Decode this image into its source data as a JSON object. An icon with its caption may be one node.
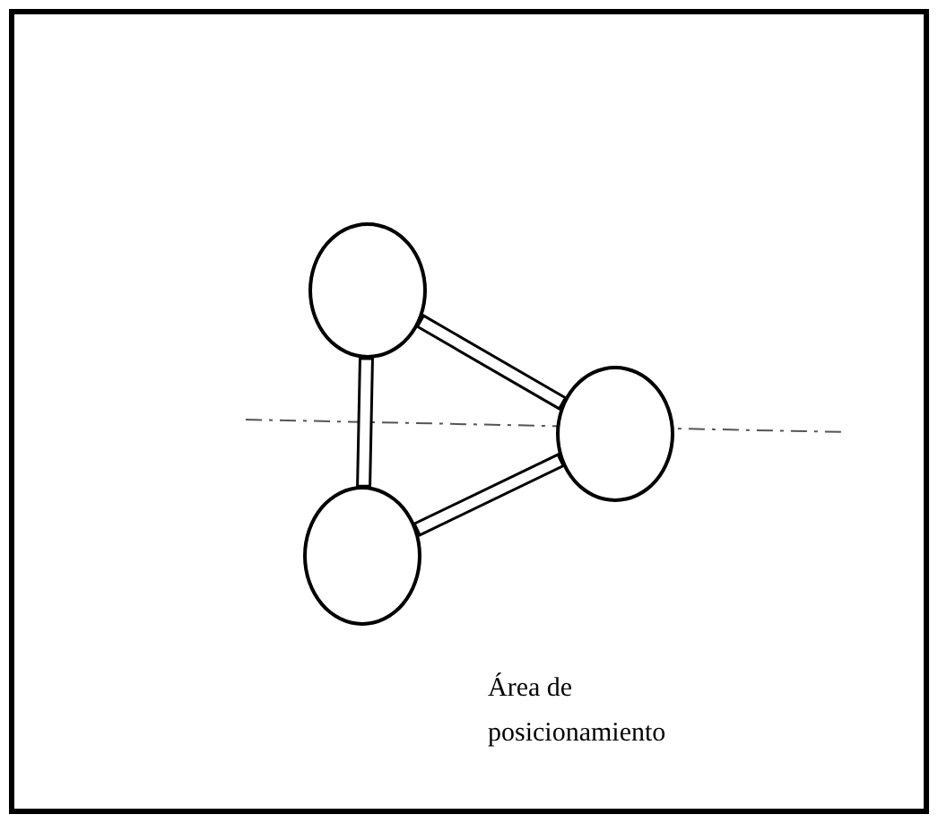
{
  "diagram": {
    "nodes": [
      {
        "text": [
          "Área de posicionamiento"
        ]
      },
      {
        "text": [],
        "shape": "circle",
        "in": 0
      },
      {
        "text": [],
        "shape": "circle",
        "in": 0
      },
      {
        "text": [],
        "shape": "circle",
        "in": 0
      }
    ],
    "edges": [
      {
        "from": 1,
        "to": 2,
        "arrow": "none"
      },
      {
        "from": 1,
        "to": 3,
        "arrow": "none"
      },
      {
        "from": 3,
        "to": 2,
        "arrow": "none"
      }
    ]
  }
}
